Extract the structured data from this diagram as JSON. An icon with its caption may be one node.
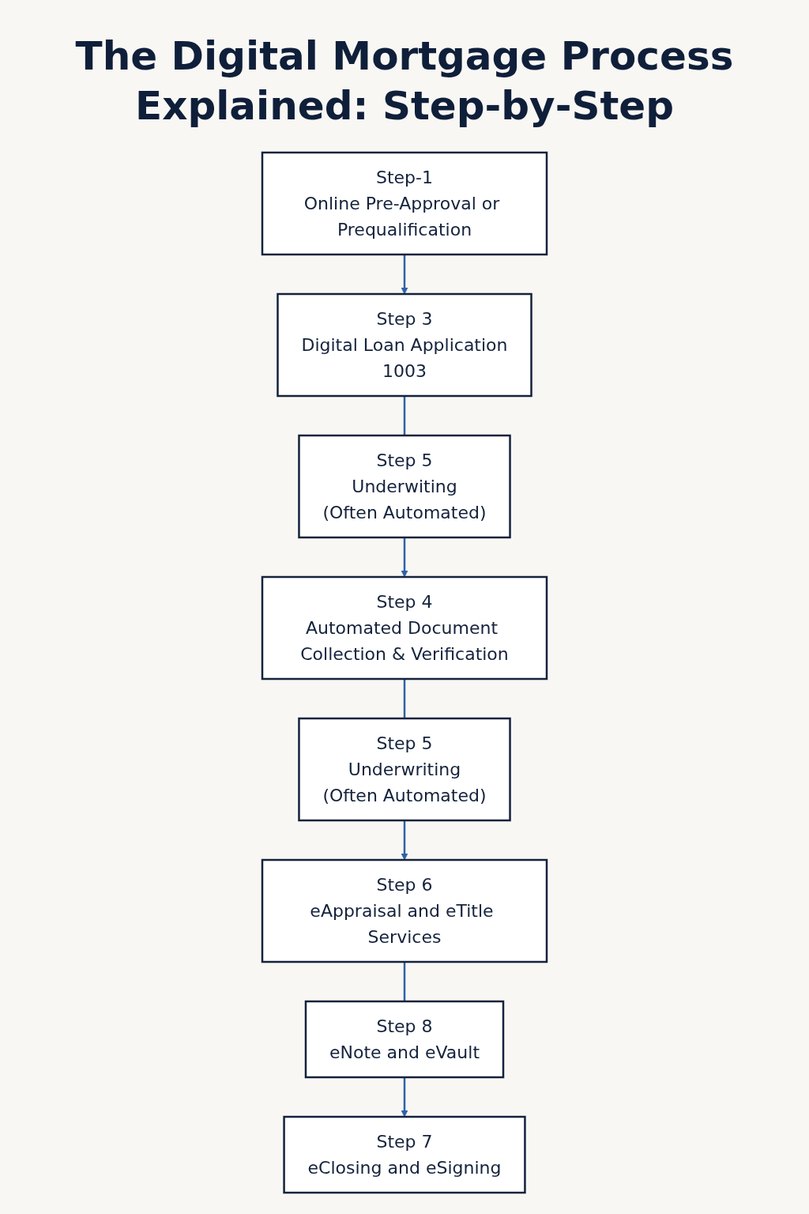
{
  "diagram": {
    "title": "The Digital Mortgage Process Explained: Step-by-Step",
    "nodes": [
      {
        "text": [
          "Step-1",
          "Online Pre-Approval or Prequalification"
        ]
      },
      {
        "text": [
          "Step 3",
          "Digital Loan Application",
          "1003"
        ]
      },
      {
        "text": [
          "Step 4",
          "Automated Document Collection & Verification"
        ]
      },
      {
        "text": [
          "Step 5",
          "Underwiting",
          "(Often Automated)"
        ]
      },
      {
        "text": [
          "Step 5",
          "Underwriting",
          "(Often Automated)"
        ]
      },
      {
        "text": [
          "Step 6",
          "eAppraisal and eTitle Services"
        ]
      },
      {
        "text": [
          "Step 7",
          "eClosing and eSigning"
        ]
      },
      {
        "text": [
          "Step 8",
          "eNote and eVault"
        ]
      }
    ],
    "edges": [
      {
        "from": 0,
        "to": 1,
        "arrow": "to"
      },
      {
        "from": 1,
        "to": 3,
        "arrow": "none"
      },
      {
        "from": 3,
        "to": 2,
        "arrow": "to"
      },
      {
        "from": 2,
        "to": 4,
        "arrow": "none"
      },
      {
        "from": 4,
        "to": 5,
        "arrow": "to"
      },
      {
        "from": 5,
        "to": 7,
        "arrow": "none"
      },
      {
        "from": 7,
        "to": 6,
        "arrow": "to"
      }
    ]
  }
}
